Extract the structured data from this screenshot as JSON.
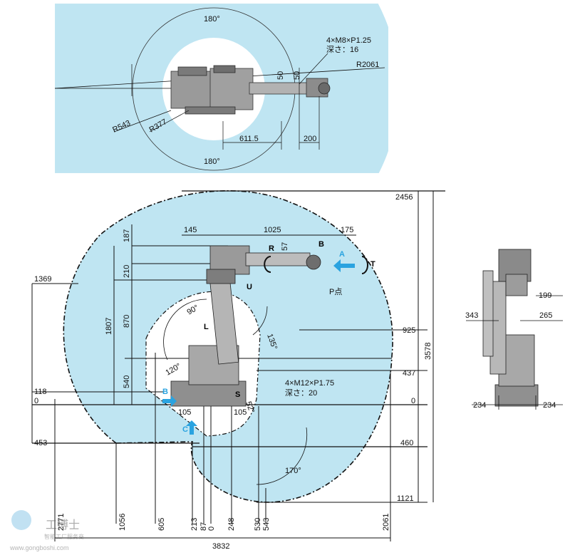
{
  "top_view": {
    "angle_top": "180°",
    "angle_bottom": "180°",
    "thread_spec": "4×M8×P1.25",
    "thread_depth": "深さ：16",
    "r_outer": "R2061",
    "r_543": "R543",
    "r_377": "R377",
    "dim_50a": "50",
    "dim_50b": "50",
    "dim_611": "611.5",
    "dim_200": "200"
  },
  "side_view": {
    "h_2456": "2456",
    "h_1369": "1369",
    "h_925": "925",
    "h_437": "437",
    "h_118": "118",
    "h_0_left": "0",
    "h_0_right": "0",
    "h_453": "453",
    "h_460": "460",
    "h_1121": "1121",
    "h_3578": "3578",
    "v_187": "187",
    "v_210": "210",
    "v_870": "870",
    "v_1807": "1807",
    "v_540": "540",
    "w_145": "145",
    "w_1025": "1025",
    "w_175": "175",
    "w_57": "57",
    "w_105a": "105",
    "w_105b": "105",
    "angle_90": "90°",
    "angle_120": "120°",
    "angle_135": "135°",
    "angle_170": "170°",
    "angle_52": "52°",
    "axis_R": "R",
    "axis_B": "B",
    "axis_T": "T",
    "axis_U": "U",
    "axis_L": "L",
    "axis_S": "S",
    "label_A": "A",
    "label_B2": "B",
    "label_C": "C",
    "p_point": "P点",
    "base_thread": "4×M12×P1.75",
    "base_depth": "深さ：20"
  },
  "bottom_dims": {
    "b_2771": "2771",
    "b_1056": "1056",
    "b_605": "605",
    "b_213": "213",
    "b_87": "87",
    "b_0": "0",
    "b_248": "248",
    "b_530": "530",
    "b_543": "543",
    "b_2061": "2061",
    "b_3832": "3832"
  },
  "front_view": {
    "w_199": "199",
    "w_343": "343",
    "w_265": "265",
    "w_234a": "234",
    "w_234b": "234"
  },
  "watermark": {
    "brand": "工博士",
    "sub": "智能工厂服务商",
    "url": "www.gongboshi.com"
  },
  "colors": {
    "envelope": "#bfe5f2",
    "arrow_blue": "#2aa3e0",
    "line": "#111111"
  }
}
